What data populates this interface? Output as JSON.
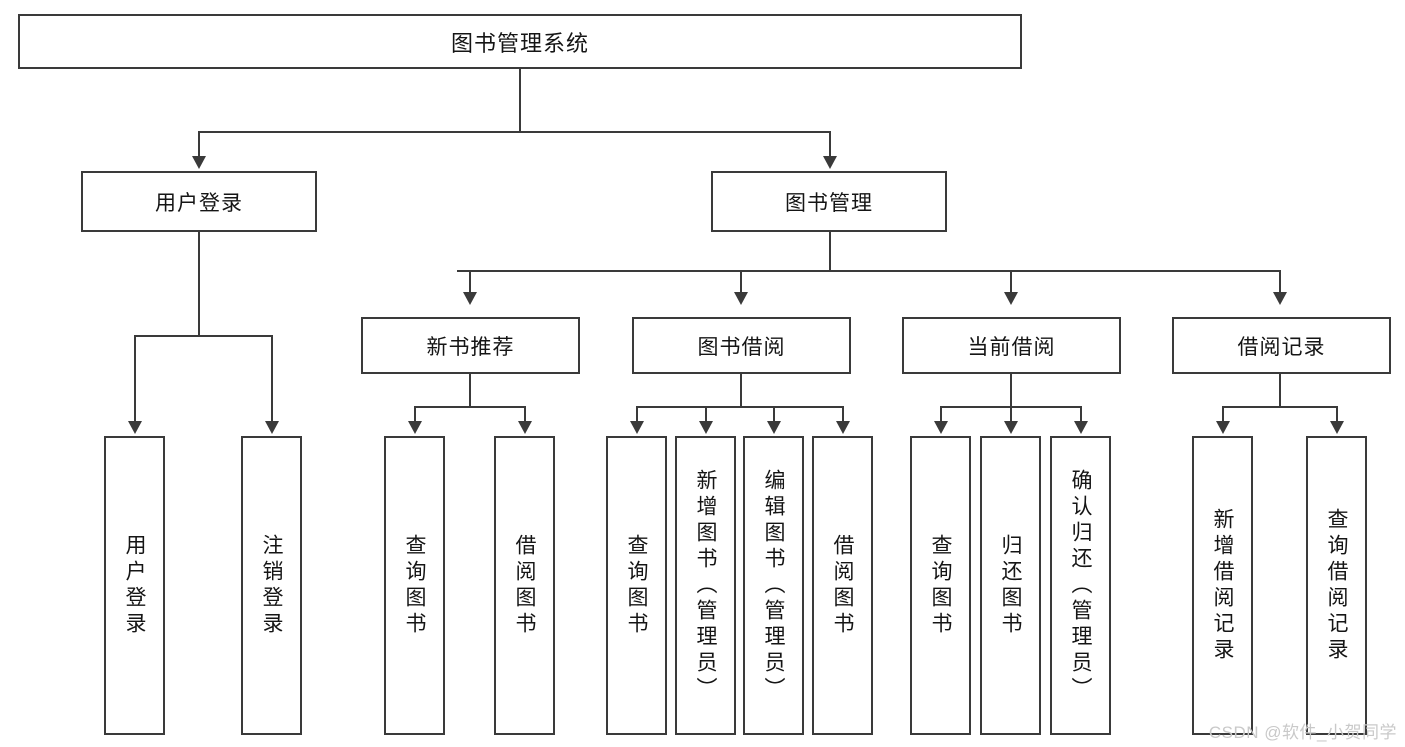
{
  "diagram": {
    "type": "tree",
    "title": "图书管理系统",
    "watermark": "CSDN @软件_小贺同学",
    "levels": {
      "root": "图书管理系统",
      "level2": [
        "用户登录",
        "图书管理"
      ],
      "level3": [
        "新书推荐",
        "图书借阅",
        "当前借阅",
        "借阅记录"
      ]
    },
    "nodes": {
      "root": "图书管理系统",
      "user_login": "用户登录",
      "book_manage": "图书管理",
      "new_book_rec": "新书推荐",
      "book_borrow": "图书借阅",
      "current_borrow": "当前借阅",
      "borrow_record": "借阅记录",
      "leaf_user_login": "用户登录",
      "leaf_logout": "注销登录",
      "leaf_query_book_1": "查询图书",
      "leaf_borrow_book_1": "借阅图书",
      "leaf_query_book_2": "查询图书",
      "leaf_add_book": "新增图书（管理员）",
      "leaf_edit_book": "编辑图书（管理员）",
      "leaf_borrow_book_2": "借阅图书",
      "leaf_query_book_3": "查询图书",
      "leaf_return_book": "归还图书",
      "leaf_confirm_return": "确认归还（管理员）",
      "leaf_add_record": "新增借阅记录",
      "leaf_query_record": "查询借阅记录"
    }
  }
}
